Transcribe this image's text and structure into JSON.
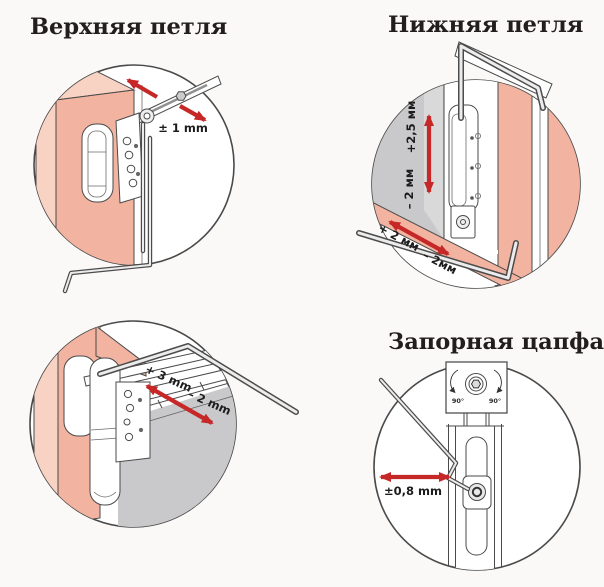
{
  "diagram": {
    "top_hinge": {
      "title": "Верхняя петля",
      "adjust_label": "± 1 mm"
    },
    "top_hinge_lateral": {
      "plus_label": "+ 3 mm",
      "minus_label": "– 2 mm"
    },
    "bottom_hinge": {
      "title": "Нижняя петля",
      "vertical_plus": "+2,5 мм",
      "vertical_minus": "– 2 мм",
      "lateral_plus": "+ 2 мм",
      "lateral_minus": "– 2мм"
    },
    "locking_cam": {
      "title": "Запорная цапфа",
      "adjust_label": "±0,8 mm",
      "rotation_left": "90°",
      "rotation_right": "90°"
    }
  },
  "colors": {
    "frame_salmon": "#f2b4a0",
    "frame_salmon_light": "#f8d2c2",
    "sash_gray": "#c9c9cb",
    "arrow_red": "#c62828",
    "outline": "#4a4a4a"
  }
}
